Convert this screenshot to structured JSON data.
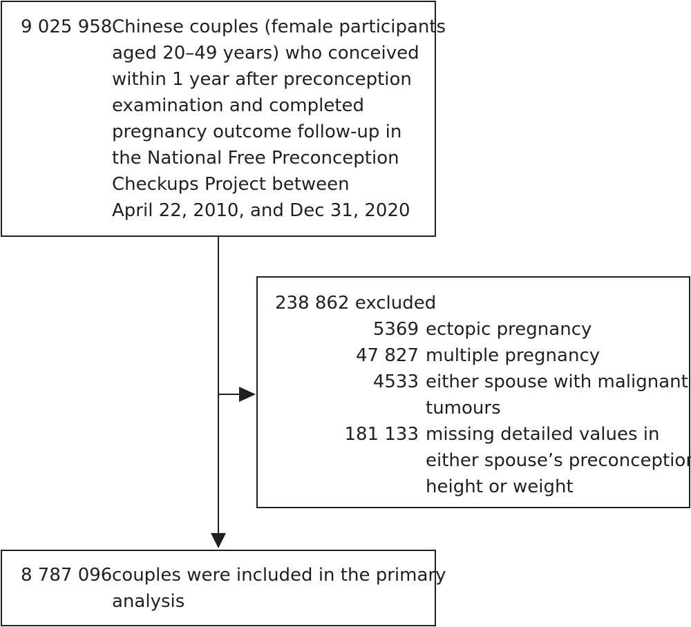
{
  "top_box": {
    "count": "9 025 958",
    "lines": [
      "Chinese couples (female participants",
      "aged 20–49 years) who conceived",
      "within 1 year after preconception",
      "examination and completed",
      "pregnancy outcome follow-up in",
      "the National Free Preconception",
      "Checkups Project between",
      "April 22, 2010, and Dec 31, 2020"
    ]
  },
  "excluded_box": {
    "header": "238 862 excluded",
    "items": [
      {
        "count": "5369",
        "lines": [
          "ectopic pregnancy"
        ]
      },
      {
        "count": "47 827",
        "lines": [
          "multiple pregnancy"
        ]
      },
      {
        "count": "4533",
        "lines": [
          "either spouse with malignant",
          "tumours"
        ]
      },
      {
        "count": "181 133",
        "lines": [
          "missing detailed values in",
          "either spouse’s preconception",
          "height or weight"
        ]
      }
    ]
  },
  "bottom_box": {
    "count": "8 787 096",
    "lines": [
      "couples were included in the primary",
      "analysis"
    ]
  }
}
